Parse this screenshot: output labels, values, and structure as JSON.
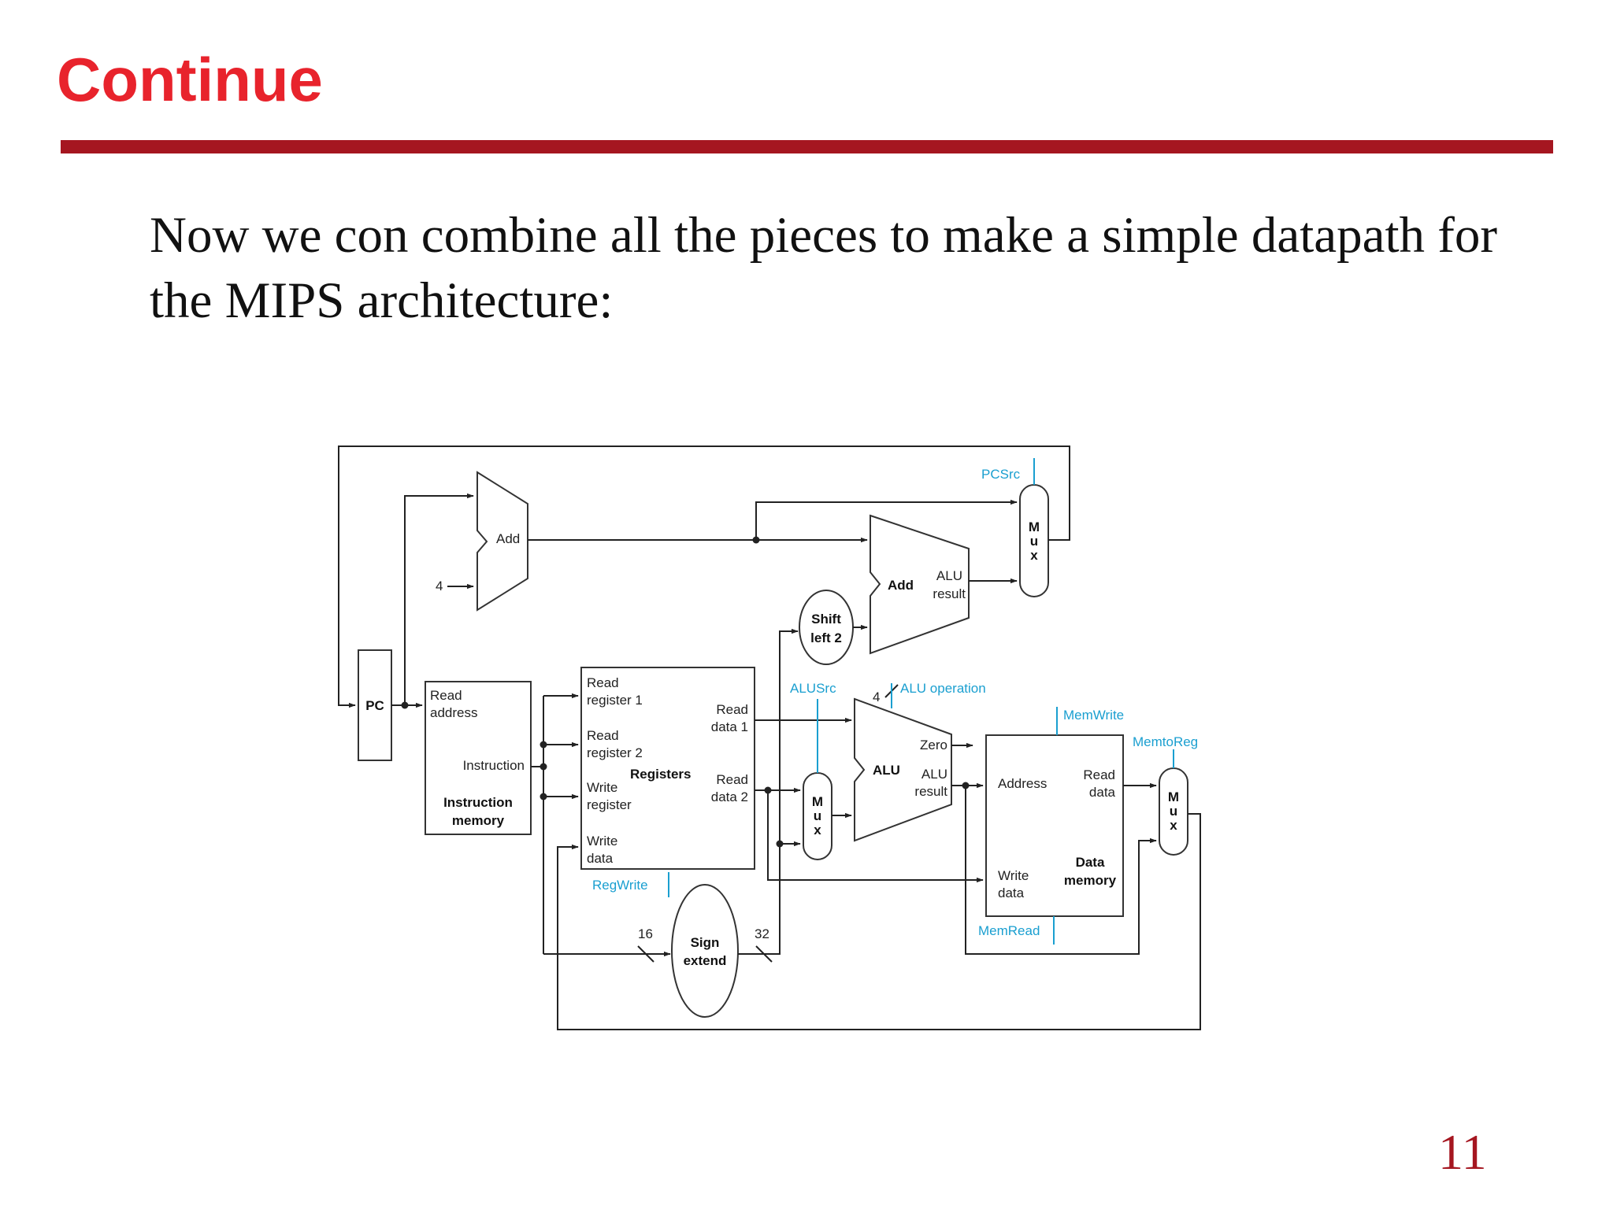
{
  "slide": {
    "title": "Continue",
    "body_text": "Now we con combine all the pieces to make a simple datapath for the MIPS architecture:",
    "page_number": "11"
  },
  "colors": {
    "title": "#e8232c",
    "rule": "#a51620",
    "control_signal": "#1a9fd0",
    "wire": "#222222"
  },
  "diagram": {
    "pc": "PC",
    "adder_pc": "Add",
    "const_four": "4",
    "adder_branch": {
      "name": "Add",
      "result_1": "ALU",
      "result_2": "result"
    },
    "shift_left": {
      "line1": "Shift",
      "line2": "left 2"
    },
    "instruction_memory": {
      "read_address_1": "Read",
      "read_address_2": "address",
      "instruction": "Instruction",
      "name_1": "Instruction",
      "name_2": "memory"
    },
    "registers": {
      "read_reg1_1": "Read",
      "read_reg1_2": "register 1",
      "read_reg2_1": "Read",
      "read_reg2_2": "register 2",
      "write_reg_1": "Write",
      "write_reg_2": "register",
      "write_data_1": "Write",
      "write_data_2": "data",
      "read_data1_1": "Read",
      "read_data1_2": "data 1",
      "read_data2_1": "Read",
      "read_data2_2": "data 2",
      "name": "Registers"
    },
    "sign_extend": {
      "line1": "Sign",
      "line2": "extend",
      "in_bits": "16",
      "out_bits": "32"
    },
    "alu": {
      "name": "ALU",
      "zero": "Zero",
      "result_1": "ALU",
      "result_2": "result",
      "op_bits": "4"
    },
    "data_memory": {
      "address": "Address",
      "read_data_1": "Read",
      "read_data_2": "data",
      "write_data_1": "Write",
      "write_data_2": "data",
      "name_1": "Data",
      "name_2": "memory"
    },
    "mux_letters": [
      "M",
      "u",
      "x"
    ],
    "control": {
      "pcsrc": "PCSrc",
      "alusrc": "ALUSrc",
      "alu_operation": "ALU operation",
      "memwrite": "MemWrite",
      "memtoreg": "MemtoReg",
      "regwrite": "RegWrite",
      "memread": "MemRead"
    }
  }
}
